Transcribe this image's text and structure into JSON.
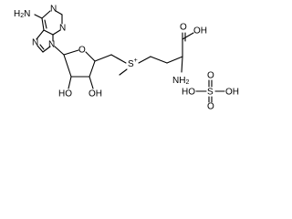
{
  "molecule": {
    "labels": {
      "amino_left_n": "N",
      "amino_left_h": "H",
      "amino_left_2": "2",
      "purine_n1": "N",
      "purine_n3": "N",
      "purine_n7": "N",
      "purine_n9": "N",
      "ring_o": "O",
      "oh_left": "HO",
      "oh_right": "OH",
      "sulfonium_s": "S",
      "sulfonium_plus": "+",
      "carboxyl_oh": "OH",
      "carboxyl_o": "O",
      "amino_right_n": "N",
      "amino_right_h": "H",
      "amino_right_2": "2",
      "sulfate_ho_left": "HO",
      "sulfate_s": "S",
      "sulfate_oh_right": "OH",
      "sulfate_o_top": "O",
      "sulfate_o_bottom": "O"
    }
  }
}
